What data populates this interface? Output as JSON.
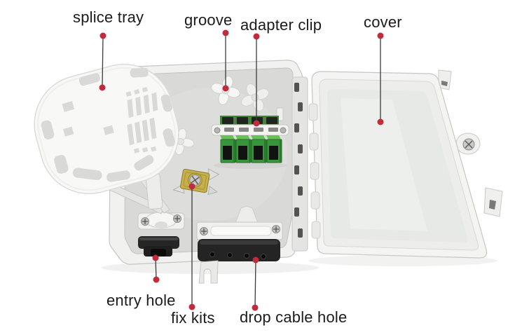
{
  "annotations": {
    "splice_tray": "splice tray",
    "groove": "groove",
    "adapter_clip": "adapter clip",
    "cover": "cover",
    "entry_hole": "entry hole",
    "fix_kits": "fix kits",
    "drop_cable_hole": "drop cable hole"
  },
  "colors": {
    "background": "#ffffff",
    "label_text": "#1b1b1b",
    "leader_line": "#3b3b3b",
    "leader_dot": "#c22b3c",
    "box_plastic": "#f1f1ef",
    "box_interior": "#d9d9d7",
    "cover_interior": "#e7e9e6",
    "adapter_green": "#37953b",
    "adapter_green_light": "#6abf5a",
    "adapter_port_black": "#101310",
    "fix_kit_brass": "#c5b04a",
    "grommet_black": "#242424",
    "splice_tray_white": "#f8f8f6"
  }
}
